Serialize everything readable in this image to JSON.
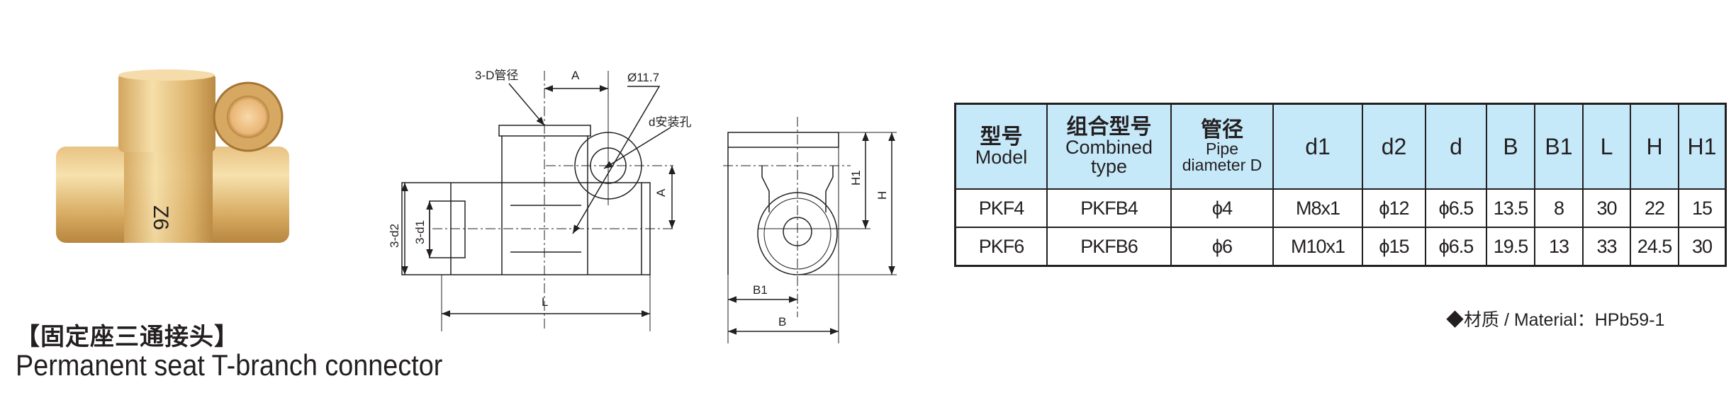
{
  "product": {
    "title_cn": "【固定座三通接头】",
    "title_en": "Permanent seat T-branch connector",
    "photo_marking": "Z6"
  },
  "drawing": {
    "labels": {
      "pipe_dia": "3-D管径",
      "a_top": "A",
      "hole_dia": "Ø11.7",
      "mount_hole": "d安装孔",
      "a_side": "A",
      "d2": "3-d2",
      "d1": "3-d1",
      "l": "L",
      "h1": "H1",
      "h": "H",
      "b1": "B1",
      "b": "B"
    }
  },
  "table": {
    "headers": [
      {
        "cn": "型号",
        "en": "Model"
      },
      {
        "cn": "组合型号",
        "en": "Combined type"
      },
      {
        "cn": "管径",
        "en1": "Pipe",
        "en2": "diameter D"
      },
      {
        "en": "d1"
      },
      {
        "en": "d2"
      },
      {
        "en": "d"
      },
      {
        "en": "B"
      },
      {
        "en": "B1"
      },
      {
        "en": "L"
      },
      {
        "en": "H"
      },
      {
        "en": "H1"
      }
    ],
    "rows": [
      [
        "PKF4",
        "PKFB4",
        "ϕ4",
        "M8x1",
        "ϕ12",
        "ϕ6.5",
        "13.5",
        "8",
        "30",
        "22",
        "15"
      ],
      [
        "PKF6",
        "PKFB6",
        "ϕ6",
        "M10x1",
        "ϕ15",
        "ϕ6.5",
        "19.5",
        "13",
        "33",
        "24.5",
        "30"
      ]
    ],
    "header_bg": "#c6e9fa"
  },
  "material": "◆材质 / Material：HPb59-1",
  "colors": {
    "brass_light": "#f3d9a0",
    "brass_dark": "#b8863f",
    "line": "#231f20"
  }
}
